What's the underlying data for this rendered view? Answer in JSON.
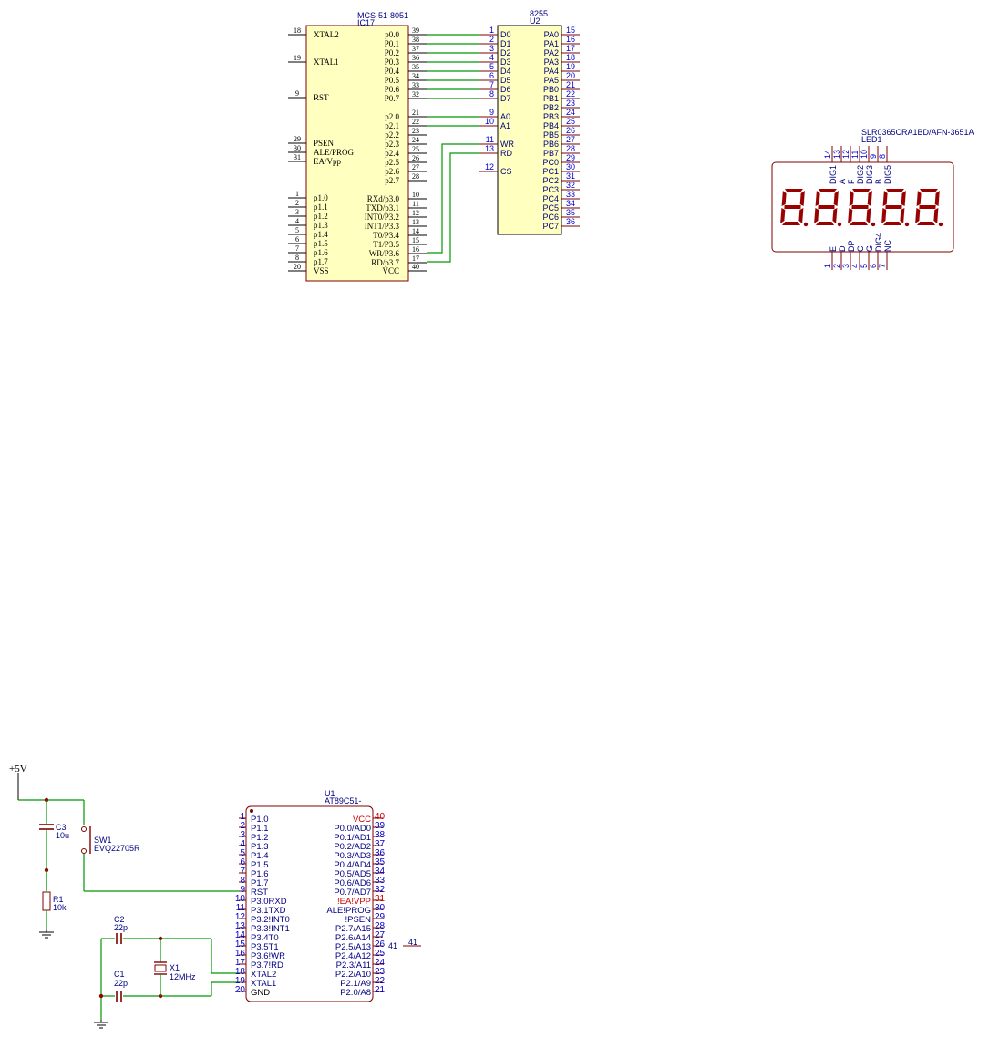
{
  "ic17": {
    "type_label": "MCS-51-8051",
    "ref_label": "IC17",
    "left_pins": [
      {
        "num": "18",
        "name": "XTAL2"
      },
      {
        "num": "19",
        "name": "XTAL1"
      },
      {
        "num": "9",
        "name": "RST"
      },
      {
        "num": "29",
        "name": "PSEN"
      },
      {
        "num": "30",
        "name": "ALE/PROG"
      },
      {
        "num": "31",
        "name": "EA/Vpp"
      },
      {
        "num": "1",
        "name": "p1.0"
      },
      {
        "num": "2",
        "name": "p1.1"
      },
      {
        "num": "3",
        "name": "p1.2"
      },
      {
        "num": "4",
        "name": "p1.3"
      },
      {
        "num": "5",
        "name": "p1.4"
      },
      {
        "num": "6",
        "name": "p1.5"
      },
      {
        "num": "7",
        "name": "p1.6"
      },
      {
        "num": "8",
        "name": "p1.7"
      },
      {
        "num": "20",
        "name": "VSS"
      }
    ],
    "right_pins": [
      {
        "num": "39",
        "name": "p0.0"
      },
      {
        "num": "38",
        "name": "P0.1"
      },
      {
        "num": "37",
        "name": "P0.2"
      },
      {
        "num": "36",
        "name": "P0.3"
      },
      {
        "num": "35",
        "name": "P0.4"
      },
      {
        "num": "34",
        "name": "P0.5"
      },
      {
        "num": "33",
        "name": "P0.6"
      },
      {
        "num": "32",
        "name": "P0.7"
      },
      {
        "num": "21",
        "name": "p2.0"
      },
      {
        "num": "22",
        "name": "p2.1"
      },
      {
        "num": "23",
        "name": "p2.2"
      },
      {
        "num": "24",
        "name": "p2.3"
      },
      {
        "num": "25",
        "name": "p2.4"
      },
      {
        "num": "26",
        "name": "p2.5"
      },
      {
        "num": "27",
        "name": "p2.6"
      },
      {
        "num": "28",
        "name": "p2.7"
      },
      {
        "num": "10",
        "name": "RXd/p3.0"
      },
      {
        "num": "11",
        "name": "TXD/p3.1"
      },
      {
        "num": "12",
        "name": "INT0/P3.2"
      },
      {
        "num": "13",
        "name": "INT1/P3.3"
      },
      {
        "num": "14",
        "name": "T0/P3.4"
      },
      {
        "num": "15",
        "name": "T1/P3.5"
      },
      {
        "num": "16",
        "name": "WR/P3.6"
      },
      {
        "num": "17",
        "name": "RD/p3.7"
      },
      {
        "num": "40",
        "name": "VCC"
      }
    ]
  },
  "u2": {
    "type_label": "8255",
    "ref_label": "U2",
    "left_pins": [
      {
        "num": "1",
        "name": "D0"
      },
      {
        "num": "2",
        "name": "D1"
      },
      {
        "num": "3",
        "name": "D2"
      },
      {
        "num": "4",
        "name": "D3"
      },
      {
        "num": "5",
        "name": "D4"
      },
      {
        "num": "6",
        "name": "D5"
      },
      {
        "num": "7",
        "name": "D6"
      },
      {
        "num": "8",
        "name": "D7"
      },
      {
        "num": "9",
        "name": "A0"
      },
      {
        "num": "10",
        "name": "A1"
      },
      {
        "num": "11",
        "name": "WR"
      },
      {
        "num": "13",
        "name": "RD"
      },
      {
        "num": "12",
        "name": "CS"
      }
    ],
    "right_pins": [
      {
        "num": "15",
        "name": "PA0"
      },
      {
        "num": "16",
        "name": "PA1"
      },
      {
        "num": "17",
        "name": "PA2"
      },
      {
        "num": "18",
        "name": "PA3"
      },
      {
        "num": "19",
        "name": "PA4"
      },
      {
        "num": "20",
        "name": "PA5"
      },
      {
        "num": "21",
        "name": "PB0"
      },
      {
        "num": "22",
        "name": "PB1"
      },
      {
        "num": "23",
        "name": "PB2"
      },
      {
        "num": "24",
        "name": "PB3"
      },
      {
        "num": "25",
        "name": "PB4"
      },
      {
        "num": "26",
        "name": "PB5"
      },
      {
        "num": "27",
        "name": "PB6"
      },
      {
        "num": "28",
        "name": "PB7"
      },
      {
        "num": "29",
        "name": "PC0"
      },
      {
        "num": "30",
        "name": "PC1"
      },
      {
        "num": "31",
        "name": "PC2"
      },
      {
        "num": "32",
        "name": "PC3"
      },
      {
        "num": "33",
        "name": "PC4"
      },
      {
        "num": "34",
        "name": "PC5"
      },
      {
        "num": "35",
        "name": "PC6"
      },
      {
        "num": "36",
        "name": "PC7"
      }
    ]
  },
  "led1": {
    "type_label": "SLR0365CRA1BD/AFN-3651A",
    "ref_label": "LED1",
    "top_pins": [
      {
        "num": "14",
        "name": "DIG1"
      },
      {
        "num": "13",
        "name": "A"
      },
      {
        "num": "12",
        "name": "F"
      },
      {
        "num": "11",
        "name": "DIG2"
      },
      {
        "num": "10",
        "name": "DIG3"
      },
      {
        "num": "9",
        "name": "B"
      },
      {
        "num": "8",
        "name": "DIG5"
      }
    ],
    "bottom_pins": [
      {
        "num": "1",
        "name": "E"
      },
      {
        "num": "2",
        "name": "D"
      },
      {
        "num": "3",
        "name": "DP"
      },
      {
        "num": "4",
        "name": "C"
      },
      {
        "num": "5",
        "name": "G"
      },
      {
        "num": "6",
        "name": "DIG4"
      },
      {
        "num": "7",
        "name": "NC"
      }
    ],
    "digit_count": 5
  },
  "u1": {
    "ref_label": "U1",
    "type_label": "AT89C51-",
    "left_pins": [
      {
        "num": "1",
        "name": "P1.0"
      },
      {
        "num": "2",
        "name": "P1.1"
      },
      {
        "num": "3",
        "name": "P1.2"
      },
      {
        "num": "4",
        "name": "P1.3"
      },
      {
        "num": "5",
        "name": "P1.4"
      },
      {
        "num": "6",
        "name": "P1.5"
      },
      {
        "num": "7",
        "name": "P1.6"
      },
      {
        "num": "8",
        "name": "P1.7"
      },
      {
        "num": "9",
        "name": "RST"
      },
      {
        "num": "10",
        "name": "P3.0RXD"
      },
      {
        "num": "11",
        "name": "P3.1TXD"
      },
      {
        "num": "12",
        "name": "P3.2!INT0"
      },
      {
        "num": "13",
        "name": "P3.3!INT1"
      },
      {
        "num": "14",
        "name": "P3.4T0"
      },
      {
        "num": "15",
        "name": "P3.5T1"
      },
      {
        "num": "16",
        "name": "P3.6!WR"
      },
      {
        "num": "17",
        "name": "P3.7!RD"
      },
      {
        "num": "18",
        "name": "XTAL2"
      },
      {
        "num": "19",
        "name": "XTAL1"
      },
      {
        "num": "20",
        "name": "GND"
      }
    ],
    "right_pins": [
      {
        "num": "40",
        "name": "VCC",
        "red": true
      },
      {
        "num": "39",
        "name": "P0.0/AD0"
      },
      {
        "num": "38",
        "name": "P0.1/AD1"
      },
      {
        "num": "37",
        "name": "P0.2/AD2"
      },
      {
        "num": "36",
        "name": "P0.3/AD3"
      },
      {
        "num": "35",
        "name": "P0.4/AD4"
      },
      {
        "num": "34",
        "name": "P0.5/AD5"
      },
      {
        "num": "33",
        "name": "P0.6/AD6"
      },
      {
        "num": "32",
        "name": "P0.7/AD7"
      },
      {
        "num": "31",
        "name": "!EA!VPP",
        "red": true
      },
      {
        "num": "30",
        "name": "ALE!PROG"
      },
      {
        "num": "29",
        "name": "!PSEN"
      },
      {
        "num": "28",
        "name": "P2.7/A15"
      },
      {
        "num": "27",
        "name": "P2.6/A14"
      },
      {
        "num": "26",
        "name": "P2.5/A13"
      },
      {
        "num": "25",
        "name": "P2.4/A12"
      },
      {
        "num": "24",
        "name": "P2.3/A11"
      },
      {
        "num": "23",
        "name": "P2.2/A10"
      },
      {
        "num": "22",
        "name": "P2.1/A9"
      },
      {
        "num": "21",
        "name": "P2.0/A8"
      }
    ],
    "extra_pin_left": "41",
    "extra_pin_right": "41"
  },
  "power": {
    "label": "+5V"
  },
  "c3": {
    "ref": "C3",
    "value": "10u"
  },
  "sw1": {
    "ref": "SW1",
    "value": "EVQ22705R"
  },
  "r1": {
    "ref": "R1",
    "value": "10k"
  },
  "c2": {
    "ref": "C2",
    "value": "22p"
  },
  "c1": {
    "ref": "C1",
    "value": "22p"
  },
  "x1": {
    "ref": "X1",
    "value": "12MHz"
  },
  "colors": {
    "body_fill": "#ffffc0",
    "body_stroke": "#800000",
    "wire": "#009900",
    "pin_num": "#0000cc",
    "label_blue": "#000080",
    "red_text": "#cc0000",
    "segment": "#990000"
  }
}
